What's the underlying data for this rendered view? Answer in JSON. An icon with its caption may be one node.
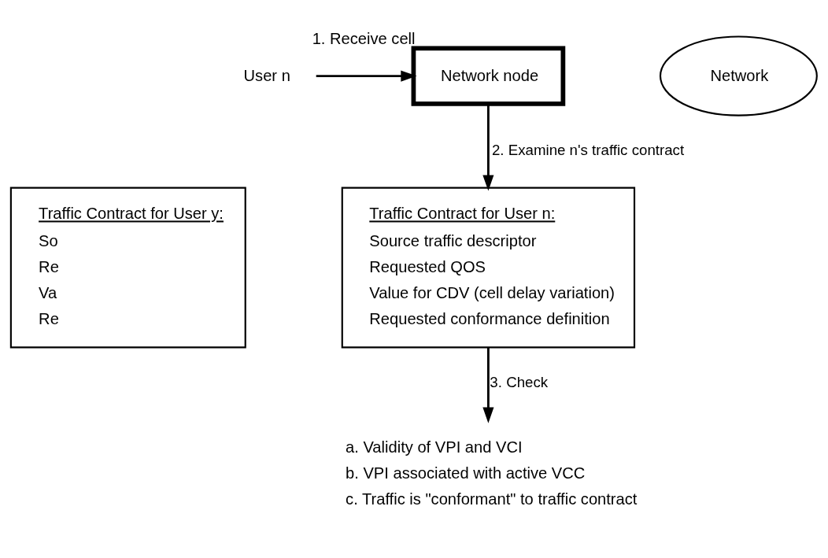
{
  "diagram": {
    "nodes": [
      {
        "text": [
          "User n"
        ]
      },
      {
        "text": [
          "Network"
        ]
      },
      {
        "text": [
          "Network node"
        ],
        "beside": [
          "1. Receive cell"
        ]
      },
      {
        "text": [
          "Traffic Contract for User y:",
          "So",
          "Re",
          "Va",
          "Re"
        ]
      },
      {
        "text": [
          "Traffic Contract for User n:",
          "Source traffic descriptor",
          "Requested QOS",
          "Value for CDV (cell delay variation)",
          "Requested conformance definition"
        ]
      },
      {
        "text": [
          "a. Validity of VPI and VCI",
          "b. VPI associated with active VCC",
          "c. Traffic is \"conformant\" to traffic contract"
        ]
      }
    ],
    "edges": [
      {
        "from": 0,
        "to": 2,
        "arrow": "to"
      },
      {
        "from": 2,
        "to": 4,
        "arrow": "to",
        "label": "2. Examine n's traffic contract"
      },
      {
        "from": 4,
        "to": 5,
        "arrow": "to",
        "label": "3. Check"
      }
    ]
  }
}
